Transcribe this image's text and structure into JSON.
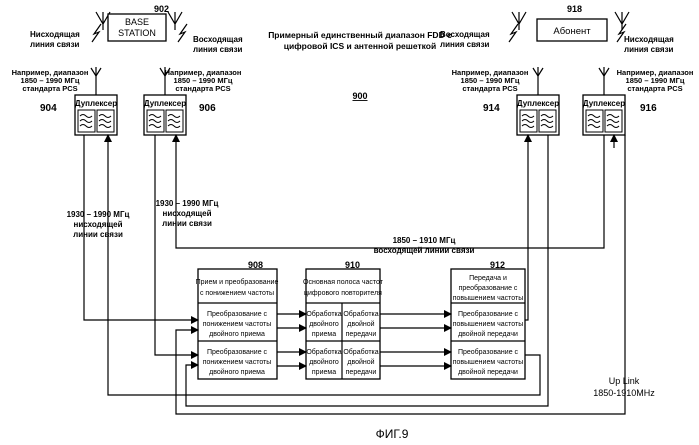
{
  "figure": {
    "title_line1": "Примерный единственный диапазон FDD с",
    "title_line2": "цифровой ICS  и антенной решеткой",
    "ref_900": "900",
    "caption": "ФИГ.9"
  },
  "left_station": {
    "ref": "902",
    "label_line1": "BASE",
    "label_line2": "STATION",
    "downlink_line1": "Нисходящая",
    "downlink_line2": "линия связи",
    "uplink_line1": "Восходящая",
    "uplink_line2": "линия связи"
  },
  "right_station": {
    "ref": "918",
    "label": "Абонент",
    "uplink_line1": "Восходящая",
    "uplink_line2": "линия связи",
    "downlink_line1": "Нисходящая",
    "downlink_line2": "линия связи"
  },
  "band_note": {
    "line1": "Например, диапазон",
    "line2": "1850 – 1990 МГц",
    "line3": "стандарта PCS"
  },
  "duplexers": [
    {
      "ref": "904",
      "label": "Дуплексер"
    },
    {
      "ref": "906",
      "label": "Дуплексер"
    },
    {
      "ref": "914",
      "label": "Дуплексер"
    },
    {
      "ref": "916",
      "label": "Дуплексер"
    }
  ],
  "freq_left": {
    "line1": "1930 – 1990 МГц",
    "line2": "нисходящей",
    "line3": "линии связи"
  },
  "freq_up": {
    "line1": "1850 – 1910 МГц",
    "line2": "восходящей линии связи"
  },
  "block_908": {
    "ref": "908",
    "header_line1": "Прием и преобразование",
    "header_line2": "с понижением частоты",
    "cell_line1": "Преобразование с",
    "cell_line2": "понижением частоты",
    "cell_line3": "двойного приема"
  },
  "block_910": {
    "ref": "910",
    "header_line1": "Основная полоса частот",
    "header_line2": "цифрового повторителя",
    "cell_a_line1": "Обработка",
    "cell_a_line2": "двойного",
    "cell_a_line3": "приема",
    "cell_b_line1": "Обработка",
    "cell_b_line2": "двойной",
    "cell_b_line3": "передачи"
  },
  "block_912": {
    "ref": "912",
    "header_line1": "Передача и",
    "header_line2": "преобразование с",
    "header_line3": "повышением частоты",
    "cell_line1": "Преобразование с",
    "cell_line2": "повышением частоты",
    "cell_line3": "двойной передачи"
  },
  "uplink_note": {
    "line1": "Up Link",
    "line2": "1850-1910MHz"
  }
}
